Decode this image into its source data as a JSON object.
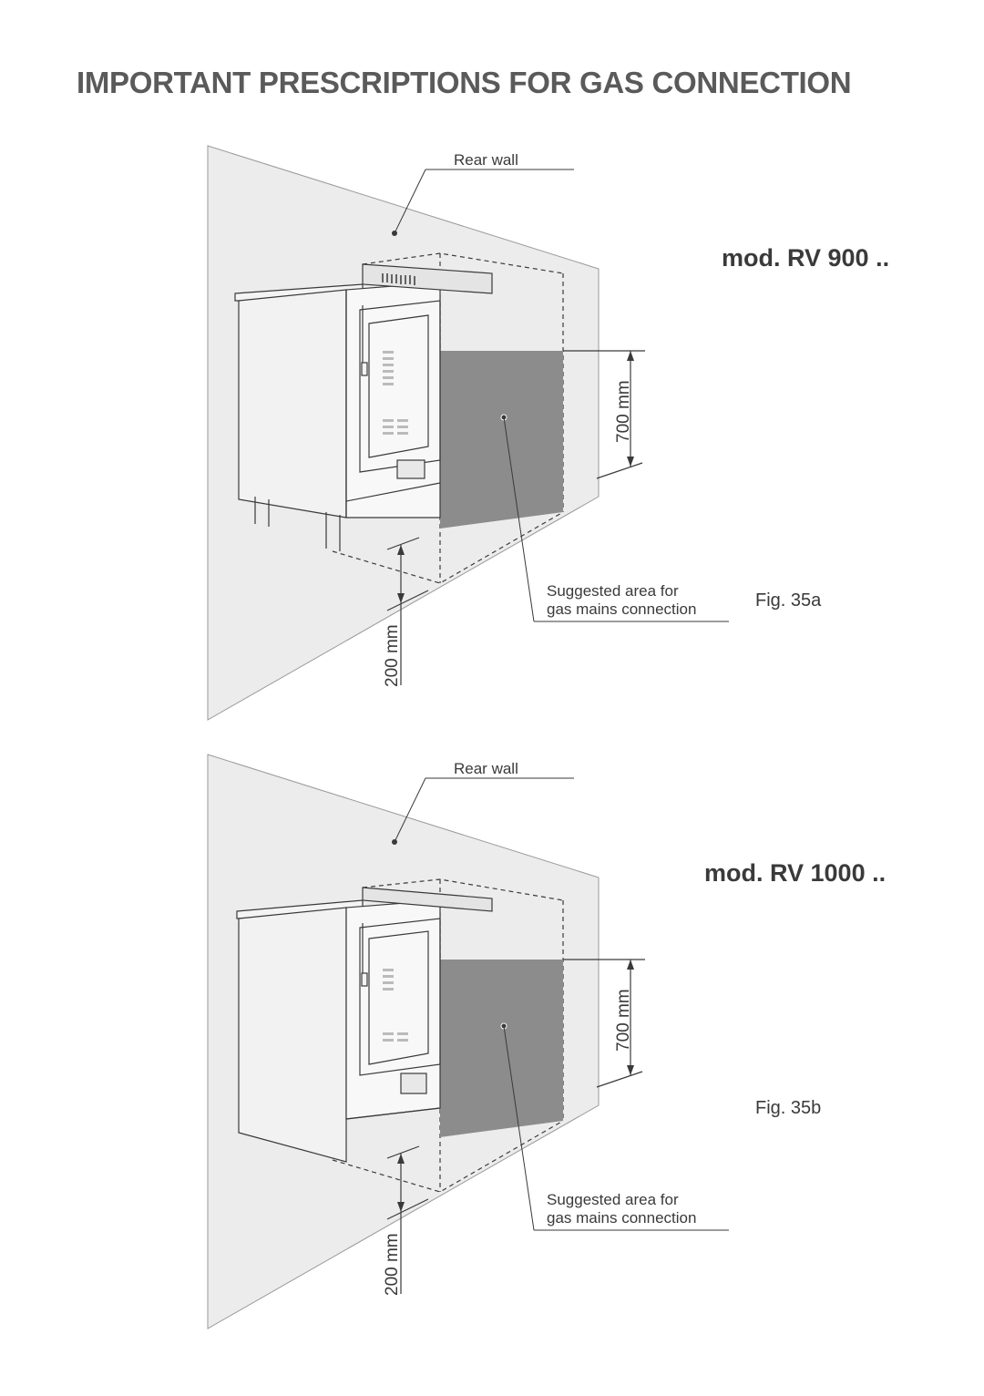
{
  "page": {
    "title": "IMPORTANT PRESCRIPTIONS FOR GAS CONNECTION"
  },
  "figures": [
    {
      "model": "mod. RV 900 ..",
      "fig_label": "Fig. 35a",
      "rear_wall_label": "Rear wall",
      "area_label_line1": "Suggested area for",
      "area_label_line2": "gas mains connection",
      "dim_700": "700 mm",
      "dim_200": "200 mm"
    },
    {
      "model": "mod. RV 1000 ..",
      "fig_label": "Fig. 35b",
      "rear_wall_label": "Rear wall",
      "area_label_line1": "Suggested area for",
      "area_label_line2": "gas mains connection",
      "dim_700": "700 mm",
      "dim_200": "200 mm"
    }
  ],
  "colors": {
    "wall": "#ececec",
    "connection_area": "#8c8c8c",
    "line": "#3a3a3a"
  }
}
